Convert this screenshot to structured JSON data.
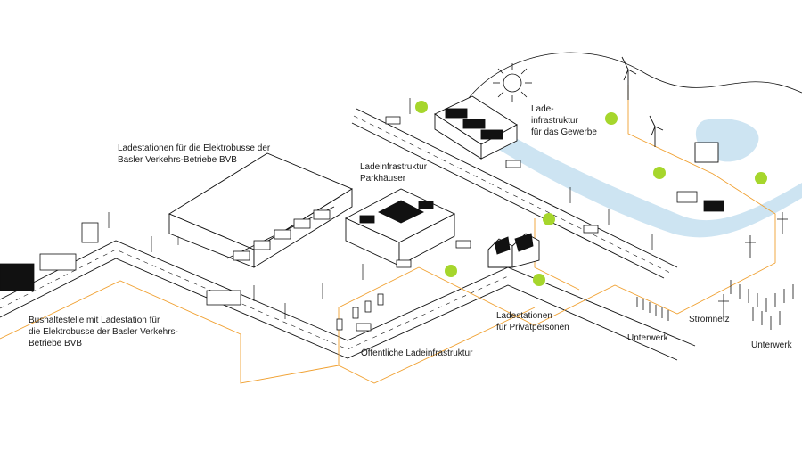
{
  "labels": {
    "bvb_stations": "Ladestationen für die Elektrobusse der\nBasler Verkehrs-Betriebe BVB",
    "parkhaus": "Ladeinfrastruktur\nParkhäuser",
    "gewerbe": "Lade-\ninfrastruktur\nfür das Gewerbe",
    "bus_stop": "Bushaltestelle mit Ladestation für\ndie Elektrobusse der Basler Verkehrs-\nBetriebe BVB",
    "public": "Öffentliche Ladeinfrastruktur",
    "private": "Ladestationen\nfür Privatpersonen",
    "unterwerk_1": "Unterwerk",
    "stromnetz": "Stromnetz",
    "unterwerk_2": "Unterwerk"
  },
  "colors": {
    "ink": "#111111",
    "power_line": "#f0a030",
    "river": "#cde4f2",
    "tree": "#a6d62c"
  }
}
